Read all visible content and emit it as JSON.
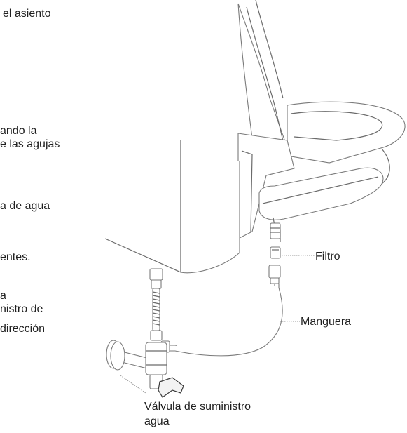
{
  "left_text": {
    "line1": "el asiento",
    "line2": "ando la",
    "line3": "e las agujas",
    "line4": "a de agua",
    "line5": "entes.",
    "line6": "a",
    "line7": "nistro de",
    "line8": "dirección"
  },
  "labels": {
    "filter": "Filtro",
    "hose": "Manguera",
    "valve_line1": "Válvula de suministro",
    "valve_line2": "agua"
  }
}
